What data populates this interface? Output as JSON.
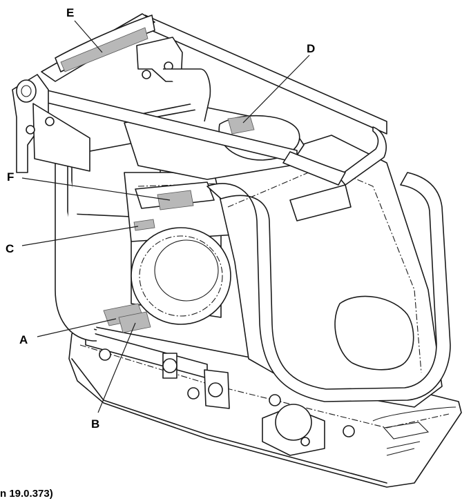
{
  "labels": {
    "E": "E",
    "D": "D",
    "F": "F",
    "C": "C",
    "A": "A",
    "B": "B"
  },
  "caption": "n 19.0.373)"
}
